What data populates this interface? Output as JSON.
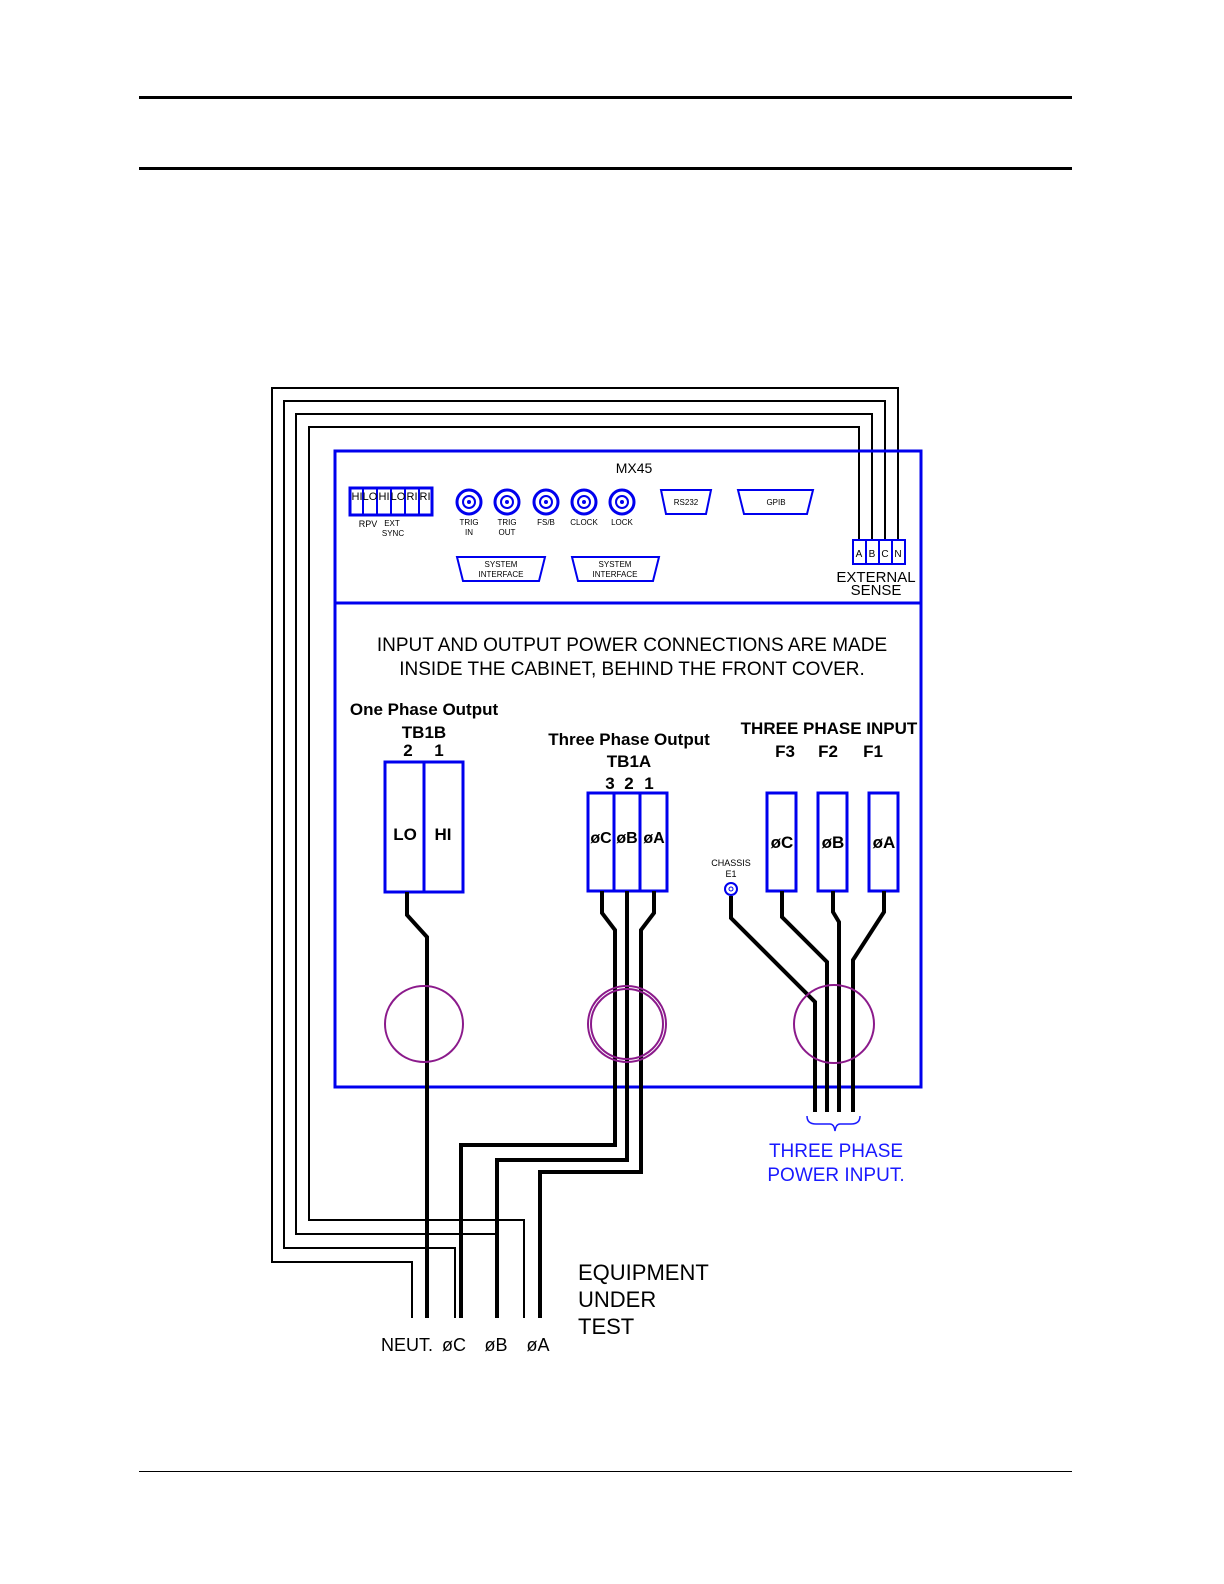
{
  "colors": {
    "panel": "#0000ee",
    "wire": "#000000",
    "ring": "#8b1a8b",
    "note": "#1a1aff"
  },
  "panel": {
    "model": "MX45",
    "rpv_sync": {
      "pins": [
        "HI",
        "LO",
        "HI",
        "LO",
        "RI",
        "RI"
      ],
      "label_rpv": "RPV",
      "label_ext": "EXT",
      "label_sync": "SYNC"
    },
    "bnc": [
      {
        "l1": "TRIG",
        "l2": "IN"
      },
      {
        "l1": "TRIG",
        "l2": "OUT"
      },
      {
        "l1": "FS/B",
        "l2": ""
      },
      {
        "l1": "CLOCK",
        "l2": ""
      },
      {
        "l1": "LOCK",
        "l2": ""
      }
    ],
    "rs232": "RS232",
    "gpib": "GPIB",
    "sysif": [
      {
        "l1": "SYSTEM",
        "l2": "INTERFACE"
      },
      {
        "l1": "SYSTEM",
        "l2": "INTERFACE"
      }
    ],
    "ext_sense": {
      "terminals": [
        "A",
        "B",
        "C",
        "N"
      ],
      "l1": "EXTERNAL",
      "l2": "SENSE"
    }
  },
  "notice": {
    "line1": "INPUT AND OUTPUT POWER CONNECTIONS ARE MADE",
    "line2": "INSIDE THE CABINET, BEHIND THE FRONT COVER."
  },
  "tb1b": {
    "title": "One Phase Output",
    "name": "TB1B",
    "nums": [
      "2",
      "1"
    ],
    "terms": [
      "LO",
      "HI"
    ]
  },
  "tb1a": {
    "title": "Three Phase Output",
    "name": "TB1A",
    "nums": [
      "3",
      "2",
      "1"
    ],
    "terms": [
      "øC",
      "øB",
      "øA"
    ]
  },
  "input": {
    "title": "THREE PHASE INPUT",
    "nums": [
      "F3",
      "F2",
      "F1"
    ],
    "terms": [
      "øC",
      "øB",
      "øA"
    ],
    "chassis_l1": "CHASSIS",
    "chassis_l2": "E1"
  },
  "power_note": {
    "l1": "THREE PHASE",
    "l2": "POWER INPUT."
  },
  "eut": {
    "l1": "EQUIPMENT",
    "l2": "UNDER",
    "l3": "TEST",
    "terms": [
      "NEUT.",
      "øC",
      "øB",
      "øA"
    ]
  }
}
